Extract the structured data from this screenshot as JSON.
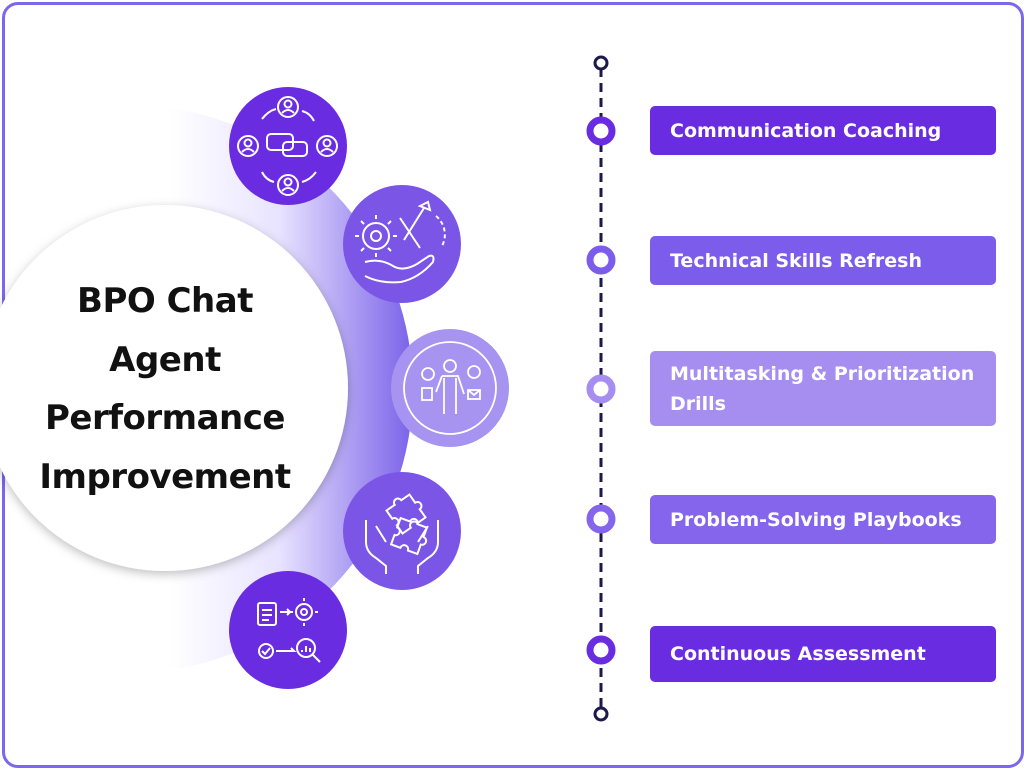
{
  "title": {
    "line1": "BPO Chat",
    "line2": "Agent",
    "line3": "Performance",
    "line4": "Improvement"
  },
  "steps": [
    {
      "label": "Communication Coaching",
      "color": "#6a2ce0"
    },
    {
      "label": "Technical Skills Refresh",
      "color": "#7c5cea"
    },
    {
      "label": "Multitasking & Prioritization Drills",
      "color": "#a58ef0"
    },
    {
      "label": "Problem-Solving Playbooks",
      "color": "#8465ec"
    },
    {
      "label": "Continuous Assessment",
      "color": "#6a2ce0"
    }
  ],
  "icons": [
    {
      "name": "team-communication-icon",
      "color": "#6a2ce0"
    },
    {
      "name": "tools-settings-icon",
      "color": "#7a55e6"
    },
    {
      "name": "multitasking-person-icon",
      "color": "#a793f0"
    },
    {
      "name": "puzzle-hands-icon",
      "color": "#7a55e6"
    },
    {
      "name": "process-review-icon",
      "color": "#6a2ce0"
    }
  ],
  "colors": {
    "frame": "#7b68ee",
    "timeline": "#1c1a4a",
    "arc_light": "#ece8ff",
    "arc_dark": "#7a62e8"
  }
}
